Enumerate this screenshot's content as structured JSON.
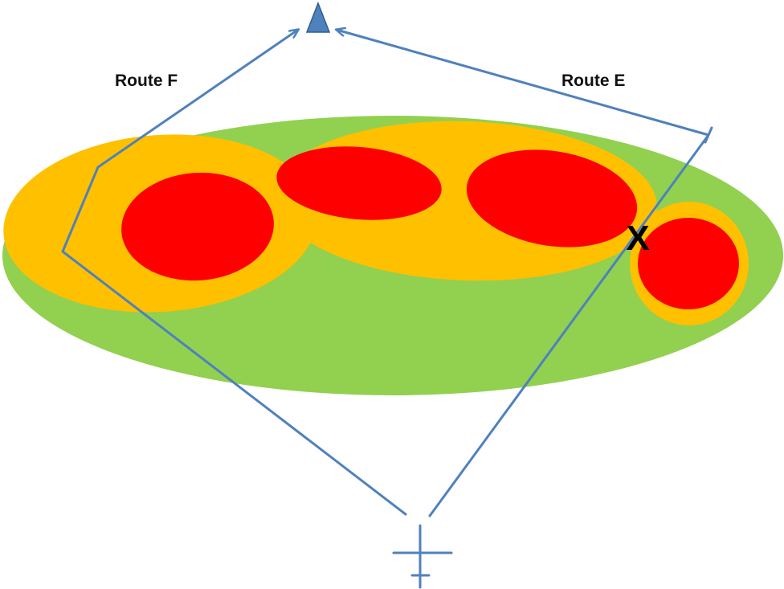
{
  "colors": {
    "outer_zone": "#92d050",
    "middle_zone": "#ffc000",
    "inner_zone": "#ff0000",
    "route": "#4f81bd",
    "destination": "#4f81bd"
  },
  "labels": {
    "route_f": "Route F",
    "route_e": "Route E",
    "blocked_marker": "X"
  },
  "icons": {
    "destination": "triangle-icon",
    "origin": "cross-icon"
  }
}
